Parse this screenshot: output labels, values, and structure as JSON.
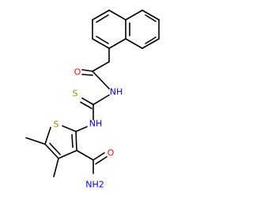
{
  "colors": {
    "background": "#ffffff",
    "bond": "#000000",
    "S": "#a08a00",
    "O": "#ff0d0d",
    "N": "#0000ff"
  },
  "atoms": {
    "S_thio": "S",
    "O_acyl": "O",
    "NH_amide1": "NH",
    "NH_amide2": "NH",
    "S_ring": "S",
    "O_carbox": "O",
    "NH2": "NH2"
  }
}
